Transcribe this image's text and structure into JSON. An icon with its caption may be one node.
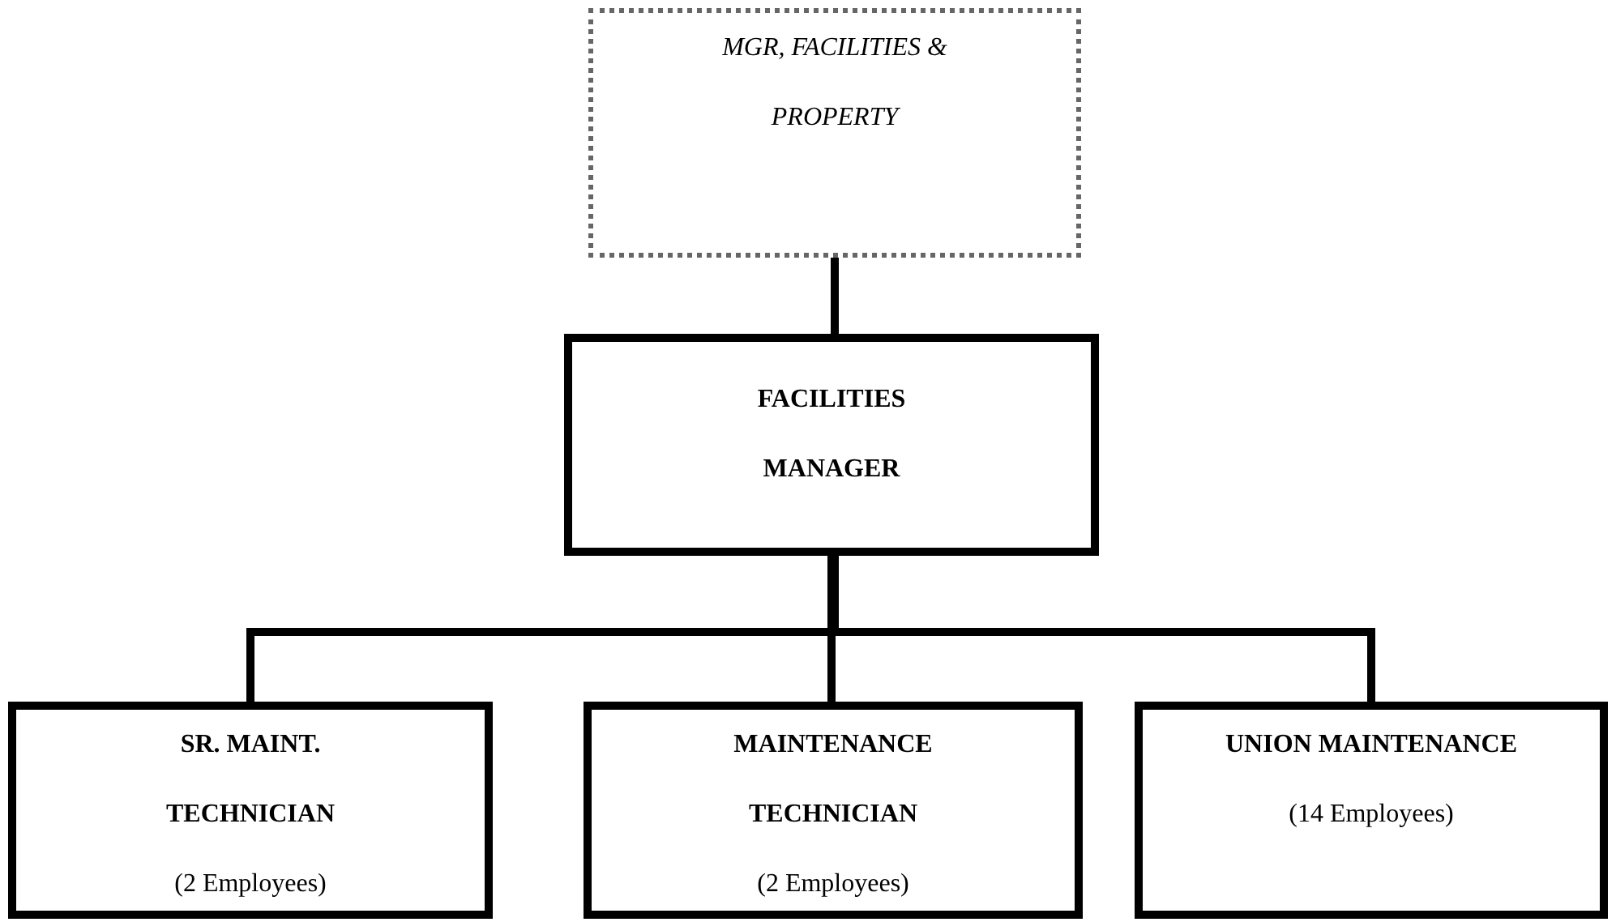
{
  "diagram": {
    "nodes": [
      {
        "text": [
          "MGR, FACILITIES & PROPERTY"
        ]
      },
      {
        "text": [
          "FACILITIES MANAGER"
        ]
      },
      {
        "text": [
          "SR. MAINT. TECHNICIAN",
          "(2 Employees)"
        ]
      },
      {
        "text": [
          "MAINTENANCE TECHNICIAN",
          "(2 Employees)"
        ]
      },
      {
        "text": [
          "UNION MAINTENANCE",
          "(14 Employees)"
        ]
      }
    ],
    "edges": [
      {
        "from": 0,
        "to": 1,
        "arrow": "none"
      },
      {
        "from": 1,
        "to": 2,
        "arrow": "none"
      },
      {
        "from": 1,
        "to": 3,
        "arrow": "none"
      },
      {
        "from": 1,
        "to": 4,
        "arrow": "none"
      }
    ]
  }
}
